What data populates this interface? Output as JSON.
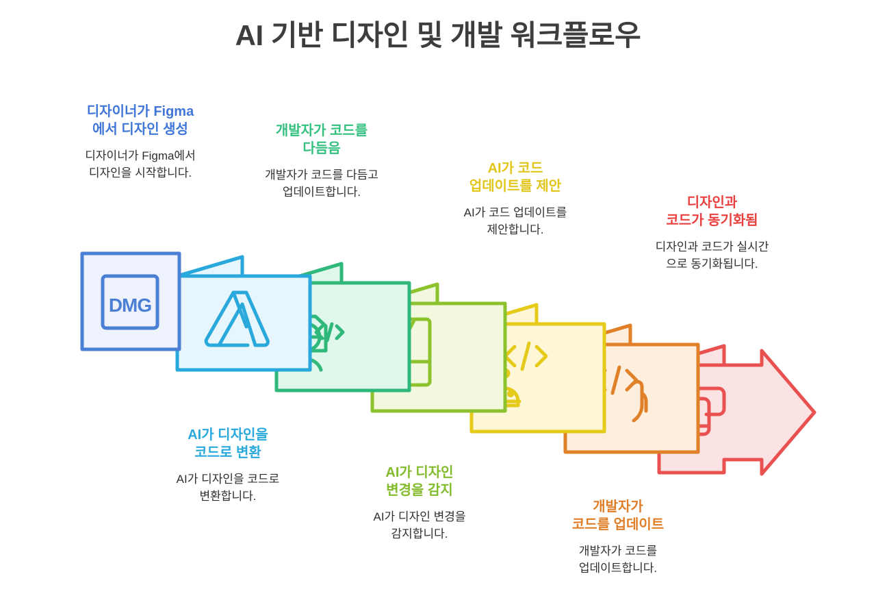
{
  "header": {
    "title": "AI 기반 디자인 및 개발 워크플로우"
  },
  "colors": {
    "blue": {
      "stroke": "#4a7fd4",
      "fill": "#edf2fd",
      "text": "#3f76d8"
    },
    "cyan": {
      "stroke": "#29a8dc",
      "fill": "#e6f6fc",
      "text": "#29a8dc"
    },
    "green": {
      "stroke": "#2fb87a",
      "fill": "#e0f7ec",
      "text": "#34c07f"
    },
    "limegreen": {
      "stroke": "#8cc22e",
      "fill": "#f1f8dd",
      "text": "#82bb2c"
    },
    "yellow": {
      "stroke": "#e5ca19",
      "fill": "#fdf7d8",
      "text": "#e2c519"
    },
    "orange": {
      "stroke": "#e08129",
      "fill": "#fdeede",
      "text": "#e07e28"
    },
    "red": {
      "stroke": "#e8514f",
      "fill": "#fce3e3",
      "text": "#e8413f"
    },
    "title_gray": "#3d3d3d",
    "body_gray": "#2f2f2f",
    "background": "#ffffff"
  },
  "steps": [
    {
      "index": 1,
      "color_key": "blue",
      "icon": "dmg-logo-icon",
      "icon_label": "DMG",
      "title": "디자이너가 Figma\n에서 디자인 생성",
      "description": "디자이너가 Figma에서\n디자인을 시작합니다.",
      "label_position": "above"
    },
    {
      "index": 2,
      "color_key": "cyan",
      "icon": "autodesk-a-logo-icon",
      "icon_label": "",
      "title": "AI가 디자인을\n코드로 변환",
      "description": "AI가 디자인을 코드로\n변환합니다.",
      "label_position": "below"
    },
    {
      "index": 3,
      "color_key": "green",
      "icon": "developer-code-icon",
      "icon_label": "",
      "title": "개발자가 코드를\n다듬음",
      "description": "개발자가 코드를 다듬고\n업데이트합니다.",
      "label_position": "above"
    },
    {
      "index": 4,
      "color_key": "limegreen",
      "icon": "affinity-a-logo-icon",
      "icon_label": "",
      "title": "AI가 디자인\n변경을 감지",
      "description": "AI가 디자인 변경을\n감지합니다.",
      "label_position": "below"
    },
    {
      "index": 5,
      "color_key": "yellow",
      "icon": "robot-code-icon",
      "icon_label": "",
      "title": "AI가 코드\n업데이트를 제안",
      "description": "AI가 코드 업데이트를\n제안합니다.",
      "label_position": "above"
    },
    {
      "index": 6,
      "color_key": "orange",
      "icon": "hands-code-icon",
      "icon_label": "",
      "title": "개발자가\n코드를 업데이트",
      "description": "개발자가 코드를\n업데이트합니다.",
      "label_position": "below"
    },
    {
      "index": 7,
      "color_key": "red",
      "icon": "devices-sync-icon",
      "icon_label": "",
      "title": "디자인과\n코드가 동기화됨",
      "description": "디자인과 코드가 실시간\n으로 동기화됩니다.",
      "label_position": "above"
    }
  ]
}
